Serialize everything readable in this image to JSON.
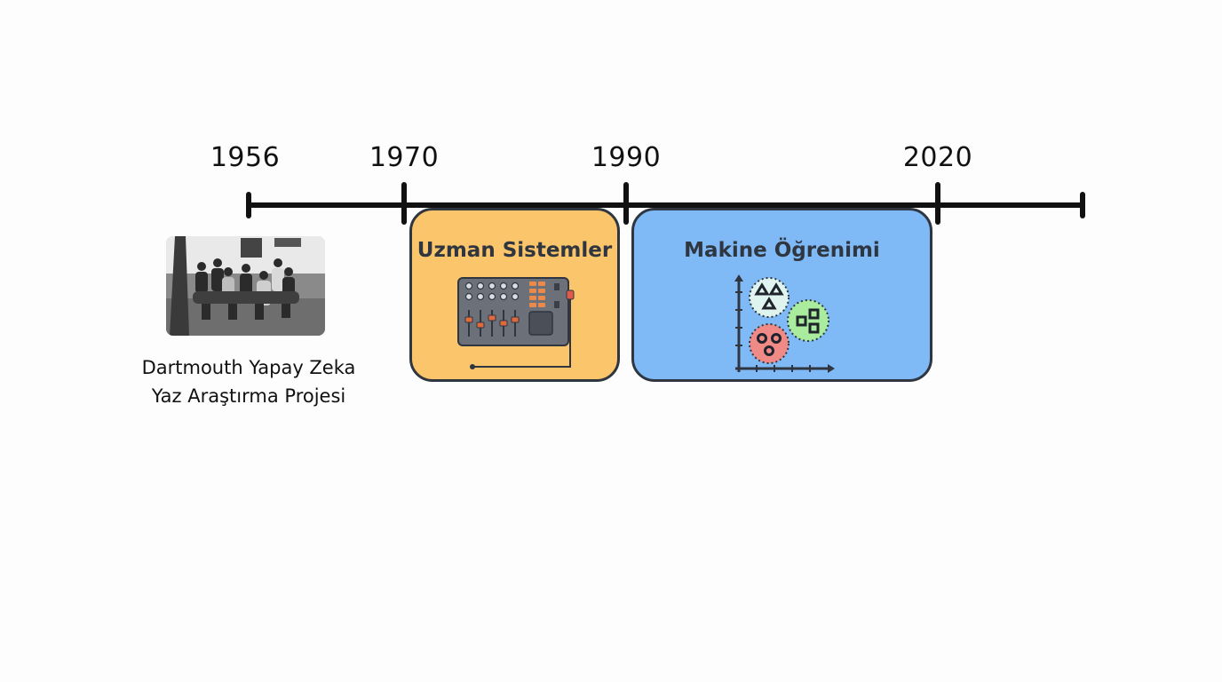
{
  "timeline": {
    "years": [
      "1956",
      "1970",
      "1990",
      "2020"
    ]
  },
  "dartmouth": {
    "caption_line1": "Dartmouth Yapay Zeka",
    "caption_line2": "Yaz Araştırma Projesi"
  },
  "eras": [
    {
      "title": "Uzman Sistemler",
      "color": "#fbc56b",
      "icon": "control-panel-icon"
    },
    {
      "title": "Makine Öğrenimi",
      "color": "#7fbaf7",
      "icon": "cluster-plot-icon"
    }
  ]
}
